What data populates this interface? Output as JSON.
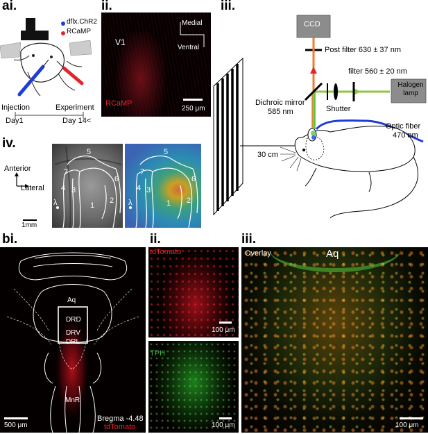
{
  "panel_a": {
    "label_ai": "ai.",
    "label_aii": "ii.",
    "label_aiii": "iii.",
    "label_aiv": "iv.",
    "legend": [
      {
        "text": "dflx.ChR2",
        "color": "#1f3cd6"
      },
      {
        "text": "RCaMP",
        "color": "#e0262b"
      }
    ],
    "timeline": {
      "left_top": "Injection",
      "right_top": "Experiment",
      "left_bottom": "Day1",
      "right_bottom": "Day 14<"
    },
    "aii": {
      "region": "V1",
      "axis1": "Medial",
      "axis2": "Ventral",
      "indicator": "RCaMP",
      "scale": "250 μm"
    },
    "aiii": {
      "ccd": "CCD",
      "post_filter": "Post filter 630 ± 37 nm",
      "filter": "filter 560 ± 20 nm",
      "lamp_line1": "Halogen",
      "lamp_line2": "lamp",
      "shutter": "Shutter",
      "mirror_line1": "Dichroic mirror",
      "mirror_line2": "585 nm",
      "fiber_line1": "Optic fiber",
      "fiber_line2": "470 nm",
      "distance": "30 cm"
    },
    "aiv": {
      "anterior": "Anterior",
      "lateral": "Lateral",
      "scale": "1mm",
      "lambda": "λ",
      "areas": [
        "1",
        "2",
        "3",
        "4",
        "5",
        "6",
        "7"
      ]
    }
  },
  "panel_b": {
    "label_bi": "bi.",
    "label_bii": "ii.",
    "label_biii": "iii.",
    "bi": {
      "aq": "Aq",
      "drd": "DRD",
      "drv": "DRV",
      "drl": "DRL",
      "mnr": "MnR",
      "bregma": "Bregma -4.48",
      "marker": "tdTomato",
      "scale": "500 μm"
    },
    "bii": {
      "top_label": "tdTomato",
      "top_scale": "100 μm",
      "bottom_label": "TPH",
      "bottom_scale": "100 μm"
    },
    "biii": {
      "label": "Overlay",
      "aq": "Aq",
      "scale": "100 μm"
    }
  },
  "colors": {
    "red": "#e0262b",
    "blue": "#1f3cd6",
    "green": "#3ec13e",
    "lime": "#8dc63f"
  }
}
